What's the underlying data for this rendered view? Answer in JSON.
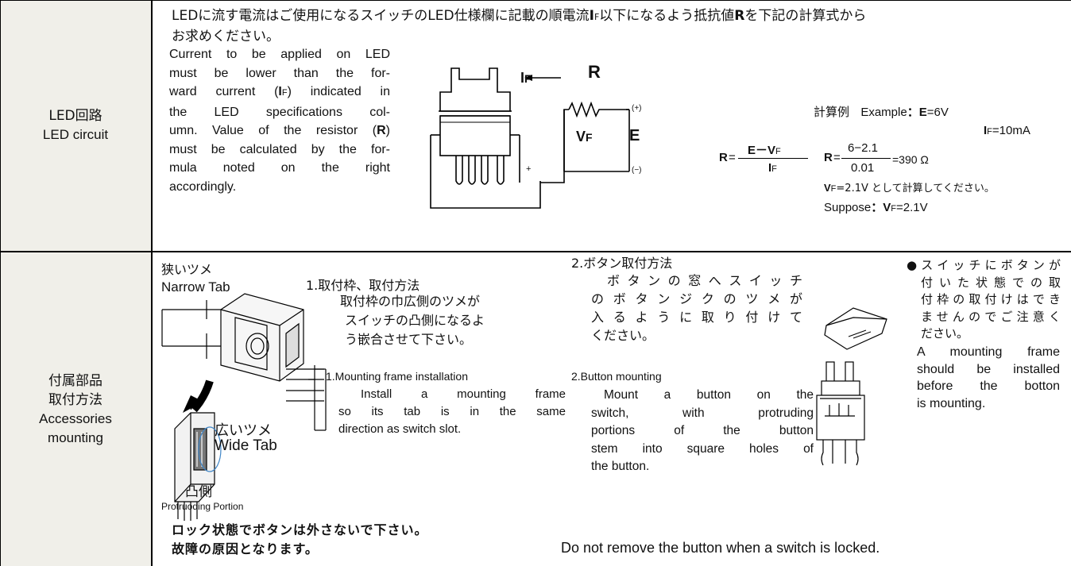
{
  "row_labels": {
    "led": [
      "LED回路",
      "LED circuit"
    ],
    "acc": [
      "付属部品",
      "取付方法",
      "Accessories",
      "mounting"
    ]
  },
  "led": {
    "intro_ja": [
      "LEDに流す電流はご使用になるスイッチのLED仕様欄に記載の順電流",
      "以下になるよう抵抗値",
      "を下記の計算式から",
      "お求めください。"
    ],
    "intro_sym_I": "I",
    "intro_sym_F": "F",
    "intro_sym_R": "R",
    "en_lines": [
      "Current to be applied on LED",
      "must be lower than the for-",
      "ward current (",
      ") indicated in",
      "the LED specifications col-",
      "umn. Value of the resistor (",
      ")",
      "must be calculated by the for-",
      "mula noted on the right",
      "accordingly."
    ],
    "diagram": {
      "label_if_I": "I",
      "label_if_F": "F",
      "label_R": "R",
      "label_vf_V": "V",
      "label_vf_F": "F",
      "label_E": "E",
      "plus": "+",
      "plus_small": "(+)",
      "minus_small": "(−)"
    },
    "calc": {
      "example_ja": "計算例",
      "example_en": "Example",
      "colon": "：",
      "e_sym": "E",
      "e_val": "=6V",
      "if_I": "I",
      "if_F": "F",
      "if_val": "=10mA",
      "r_sym": "R",
      "eq": "=",
      "num_E": "E",
      "num_minus": "－",
      "num_V": "V",
      "num_F": "F",
      "den_I": "I",
      "den_F": "F",
      "num2": "6−2.1",
      "den2": "0.01",
      "result": "=390 Ω",
      "vf_V": "V",
      "vf_F": "F",
      "vf_ja": "=2.1V として計算してください。",
      "suppose": "Suppose",
      "vf_en": "=2.1V"
    }
  },
  "acc": {
    "narrow_ja": "狭いツメ",
    "narrow_en": "Narrow Tab",
    "wide_ja": "広いツメ",
    "wide_en": "Wide Tab",
    "protr_ja": "凸側",
    "protr_en": "Protruoding Portion",
    "sec1_title_ja": "1.取付枠、取付方法",
    "sec1_body_ja": [
      "取付枠の巾広側のツメが",
      "スイッチの凸側になるよ",
      "う嵌合させて下さい。"
    ],
    "sec1_title_en": "1.Mounting frame installation",
    "sec1_body_en": [
      "Install a mounting frame",
      "so its tab is in the same",
      "direction as switch slot."
    ],
    "sec2_title_ja": "2.ボタン取付方法",
    "sec2_body_ja": [
      "ボタンの窓へスイッチ",
      "のボタンジクのツメが",
      "入るように取り付けて",
      "ください。"
    ],
    "sec2_title_en": "2.Button mounting",
    "sec2_body_en": [
      "Mount a button on the",
      "switch, with protruding",
      "portions of the button",
      "stem into square holes of",
      "the button."
    ],
    "note_ja": [
      "●スイッチにボタンが",
      "付いた状態での取",
      "付枠の取付けはでき",
      "ませんのでご注意く",
      "ださい。"
    ],
    "note_en": [
      "A mounting frame",
      "should be installed",
      "before the botton",
      "is mounting."
    ],
    "warn_ja": [
      "ロック状態でボタンは外さないで下さい。",
      "故障の原因となります。"
    ],
    "warn_en": "Do not remove the button when a switch is locked."
  },
  "colors": {
    "label_bg": "#f0efe9",
    "line": "#000000",
    "arrow_blue": "#3f86c8"
  }
}
